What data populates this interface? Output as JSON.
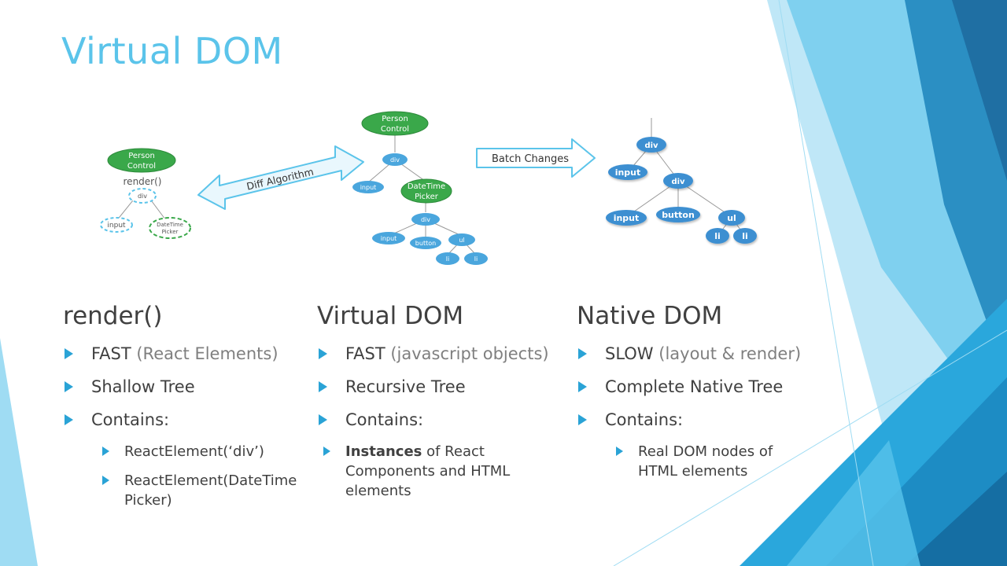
{
  "slide_title": "Virtual DOM",
  "colors": {
    "accent": "#5bc4ea",
    "bullet": "#2aa3d6",
    "green_node": "#3aa84a",
    "blue_node": "#4aa6dd"
  },
  "diagram": {
    "left_tree": {
      "component": "Person Control",
      "render_label": "render()",
      "root": "div",
      "children": [
        "input",
        "DateTime Picker"
      ]
    },
    "diff_label": "Diff Algorithm",
    "middle_tree": {
      "component": "Person Control",
      "root": "div",
      "input": "input",
      "picker": "DateTime Picker",
      "picker_div": "div",
      "picker_children": [
        "input",
        "button",
        "ul"
      ],
      "list_items": [
        "li",
        "li"
      ]
    },
    "batch_label": "Batch Changes",
    "right_tree": {
      "root": "div",
      "input": "input",
      "inner_div": "div",
      "inner_children": [
        "input",
        "button",
        "ul"
      ],
      "list_items": [
        "li",
        "li"
      ]
    }
  },
  "columns": [
    {
      "heading": "render()",
      "bullets": [
        {
          "main": "FAST",
          "muted": " (React Elements)"
        },
        {
          "main": "Shallow Tree"
        },
        {
          "main": "Contains:"
        }
      ],
      "sub_bullets": [
        "ReactElement(‘div’)",
        "ReactElement(DateTime Picker)"
      ]
    },
    {
      "heading": "Virtual DOM",
      "bullets": [
        {
          "main": "FAST",
          "muted": " (javascript objects)"
        },
        {
          "main": "Recursive Tree"
        },
        {
          "main": "Contains:"
        }
      ],
      "sub_bullets": [
        {
          "strong": "Instances",
          "rest": " of React Components and HTML elements"
        }
      ]
    },
    {
      "heading": "Native DOM",
      "bullets": [
        {
          "main": "SLOW",
          "muted": " (layout & render)"
        },
        {
          "main": "Complete Native Tree"
        },
        {
          "main": "Contains:"
        }
      ],
      "sub_bullets": [
        "Real DOM nodes of HTML elements"
      ]
    }
  ]
}
